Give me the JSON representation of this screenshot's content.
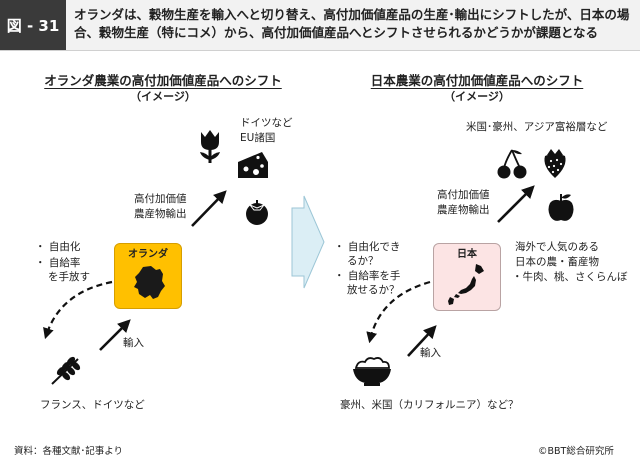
{
  "header": {
    "figure_label": "図 - 31",
    "title": "オランダは、穀物生産を輸入へと切り替え、高付加価値産品の生産･輸出にシフトしたが、日本の場合、穀物生産（特にコメ）から、高付加価値産品へとシフトさせられるかどうかが課題となる"
  },
  "left_panel": {
    "title": "オランダ農業の高付加価値産品へのシフト",
    "subtitle": "（イメージ）",
    "box_label": "オランダ",
    "bullets": [
      "・ 自由化",
      "・ 自給率",
      "を手放す"
    ],
    "export_label": [
      "高付加価値",
      "農産物輸出"
    ],
    "export_destination": [
      "ドイツなど",
      "EU諸国"
    ],
    "import_label": "輸入",
    "import_source": "フランス、ドイツなど"
  },
  "right_panel": {
    "title": "日本農業の高付加価値産品へのシフト",
    "subtitle": "（イメージ）",
    "box_label": "日本",
    "bullets": [
      "・ 自由化でき",
      "るか？",
      "・ 自給率を手",
      "放せるか？"
    ],
    "export_label": [
      "高付加価値",
      "農産物輸出"
    ],
    "export_destination": "米国･豪州、アジア富裕層など",
    "products": [
      "海外で人気のある",
      "日本の農・畜産物",
      "・牛肉、桃、さくらんぼ"
    ],
    "import_label": "輸入",
    "import_source": "豪州、米国（カリフォルニア）など？"
  },
  "footer": {
    "source": "資料：各種文献･記事より",
    "copyright": "©BBT総合研究所"
  },
  "colors": {
    "header_bg": "#f2f2f2",
    "label_bg": "#3a3a3a",
    "netherlands_box": "#ffc000",
    "japan_box": "#fce4e4",
    "shift_arrow": "#dbeef5"
  }
}
